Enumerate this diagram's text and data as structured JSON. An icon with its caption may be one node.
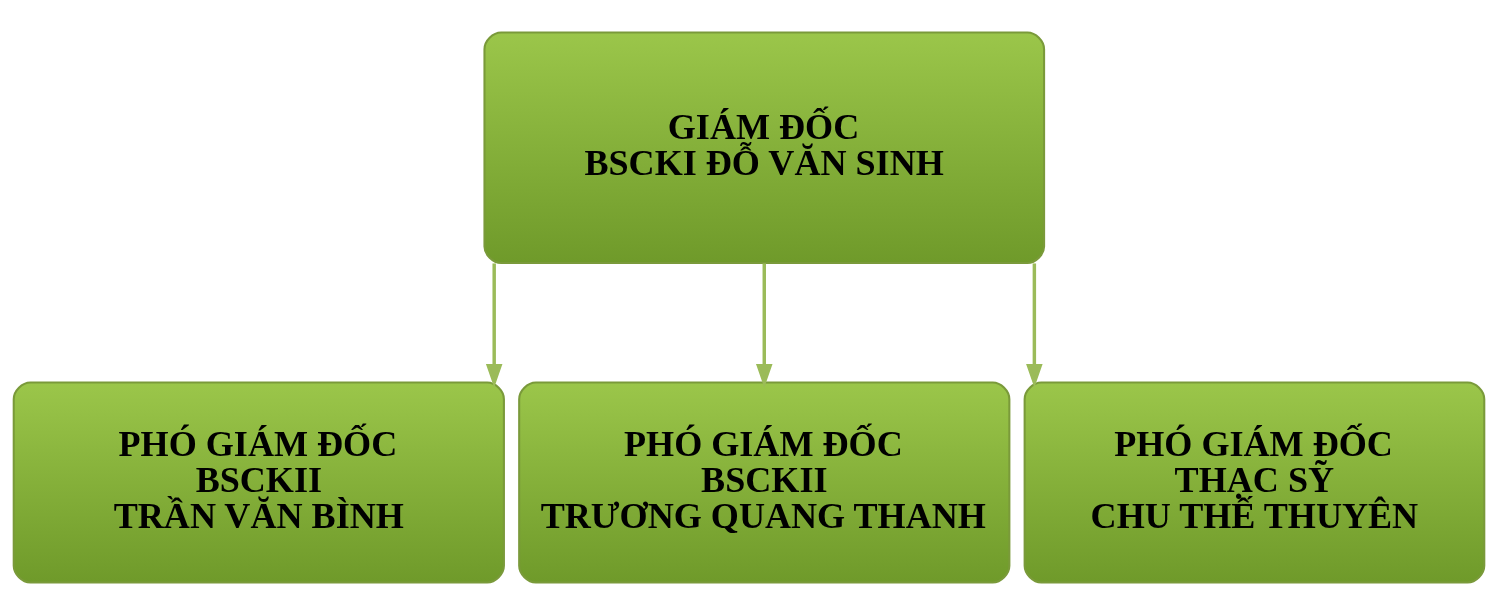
{
  "diagram": {
    "nodes": [
      {
        "text": [
          "GIÁM ĐỐC",
          "BSCKI ĐỖ VĂN SINH"
        ]
      },
      {
        "text": [
          "PHÓ GIÁM ĐỐC",
          "BSCKII",
          "TRẦN VĂN BÌNH"
        ]
      },
      {
        "text": [
          "PHÓ GIÁM ĐỐC",
          "BSCKII",
          "TRƯƠNG QUANG THANH"
        ]
      },
      {
        "text": [
          "PHÓ GIÁM ĐỐC",
          "THẠC SỸ",
          "CHU THẾ THUYÊN"
        ]
      }
    ],
    "edges": [
      {
        "from": 0,
        "to": 1,
        "arrow": "to"
      },
      {
        "from": 0,
        "to": 2,
        "arrow": "to"
      },
      {
        "from": 0,
        "to": 3,
        "arrow": "to"
      }
    ]
  }
}
